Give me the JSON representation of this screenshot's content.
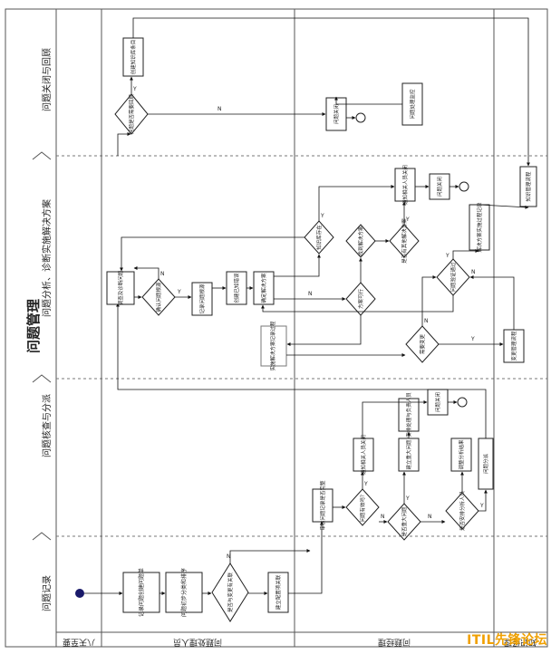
{
  "diagram": {
    "title": "问题管理",
    "phases": [
      "问题记录",
      "问题核查与分派",
      "问题分析、诊断实施解决方案",
      "问题关闭与回顾"
    ],
    "lanes": [
      "八天至要",
      "问题处理人员",
      "问题经理",
      "知识经理"
    ],
    "nodes": {
      "start_label": "",
      "record_create": "记录问题创建问题单",
      "initial_classify": "问题初步分类和排序",
      "d_related": "是否与变更有关联",
      "config_link": "建立配置项关联",
      "review_record": "审核问题记录是否完整",
      "d_valid": "问题有效吗？",
      "notify_close": "通知相关人员关闭",
      "close_a": "问题关闭",
      "d_major": "是否重大问题",
      "establish_prob": "建立重大问题",
      "handover_dept": "安排处理与负责人员",
      "close_b": "问题分派",
      "d_assign": "是否安排分析人员",
      "assign_analyst": "调整分析结果",
      "investigate": "调查及诊断问题",
      "d_reason": "确认问题根源",
      "record_cause": "记录问题根源",
      "known_error": "创建已知错误",
      "solution_confirm": "确定解决方案",
      "d_feasible": "方案可行",
      "d_knowledge": "知识库存在",
      "d_workaround": "找到解决方案",
      "d_impl": "是否有其他解决方案",
      "notify_b": "通知相关人员关闭",
      "close_c": "问题关闭",
      "impl_record": "实施解决方案记录过程",
      "d_change": "需要变更",
      "change_mgmt": "变更管理流程",
      "d_verify": "问题验证通过",
      "impl_record2": "解决方案实施过程记录",
      "knowledge_flow": "知识管理流程",
      "d_review_needed": "问题是否需要回顾",
      "create_kb": "创建知识库条目",
      "close_d": "问题关闭",
      "review_mgmt": "问题处理监控"
    },
    "edge_labels": {
      "yes": "Y",
      "no": "N"
    }
  },
  "watermark": "ITIL先锋论坛"
}
